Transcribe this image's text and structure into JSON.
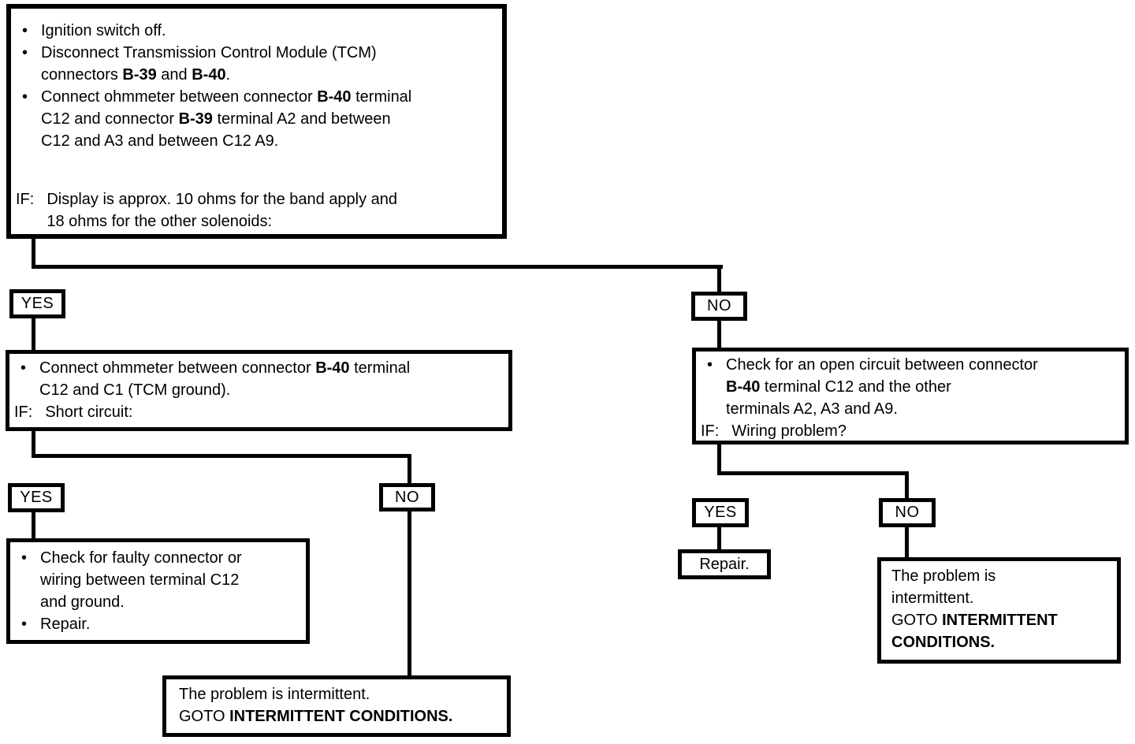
{
  "labels": {
    "bullet": "•",
    "yes": "YES",
    "no": "NO",
    "if": "IF:"
  },
  "nodes": {
    "start": {
      "bullets": [
        {
          "lines": [
            [
              [
                "Ignition switch off.",
                0
              ]
            ]
          ]
        },
        {
          "lines": [
            [
              [
                "Disconnect Transmission Control Module (TCM)",
                0
              ]
            ],
            [
              [
                "connectors ",
                0
              ],
              [
                "B-39",
                1
              ],
              [
                " and ",
                0
              ],
              [
                "B-40",
                1
              ],
              [
                ".",
                0
              ]
            ]
          ]
        },
        {
          "lines": [
            [
              [
                "Connect ohmmeter between connector ",
                0
              ],
              [
                "B-40",
                1
              ],
              [
                " terminal",
                0
              ]
            ],
            [
              [
                "C12 and connector ",
                0
              ],
              [
                "B-39",
                1
              ],
              [
                " terminal A2 and between",
                0
              ]
            ],
            [
              [
                "C12 and A3 and between C12 A9.",
                0
              ]
            ]
          ]
        }
      ],
      "if_lines": [
        [
          [
            "Display is approx. 10 ohms for the band apply and",
            0
          ]
        ],
        [
          [
            "18 ohms for the other solenoids:",
            0
          ]
        ]
      ]
    },
    "left_check": {
      "bullets": [
        {
          "lines": [
            [
              [
                "Connect ohmmeter between connector ",
                0
              ],
              [
                "B-40",
                1
              ],
              [
                " terminal",
                0
              ]
            ],
            [
              [
                "C12 and C1 (TCM ground).",
                0
              ]
            ]
          ]
        }
      ],
      "if_lines": [
        [
          [
            "Short circuit:",
            0
          ]
        ]
      ]
    },
    "right_check": {
      "bullets": [
        {
          "lines": [
            [
              [
                "Check for an open circuit between connector",
                0
              ]
            ],
            [
              [
                "B-40",
                1
              ],
              [
                " terminal C12 and the other",
                0
              ]
            ],
            [
              [
                "terminals A2, A3 and A9.",
                0
              ]
            ]
          ]
        }
      ],
      "if_lines": [
        [
          [
            "Wiring problem?",
            0
          ]
        ]
      ]
    },
    "left_repair": {
      "bullets": [
        {
          "lines": [
            [
              [
                "Check for faulty connector or",
                0
              ]
            ],
            [
              [
                "wiring between terminal C12",
                0
              ]
            ],
            [
              [
                "and ground.",
                0
              ]
            ]
          ]
        },
        {
          "lines": [
            [
              [
                "Repair.",
                0
              ]
            ]
          ]
        }
      ]
    },
    "bottom_intermittent": {
      "lines": [
        [
          [
            "The problem is intermittent.",
            0
          ]
        ],
        [
          [
            "GOTO ",
            0
          ],
          [
            "INTERMITTENT CONDITIONS.",
            1
          ]
        ]
      ]
    },
    "right_repair": {
      "text": "Repair."
    },
    "right_intermittent": {
      "lines": [
        [
          [
            "The problem is",
            0
          ]
        ],
        [
          [
            "intermittent.",
            0
          ]
        ],
        [
          [
            "GOTO ",
            0
          ],
          [
            "INTERMITTENT",
            1
          ]
        ],
        [
          [
            "CONDITIONS.",
            1
          ]
        ]
      ]
    }
  }
}
